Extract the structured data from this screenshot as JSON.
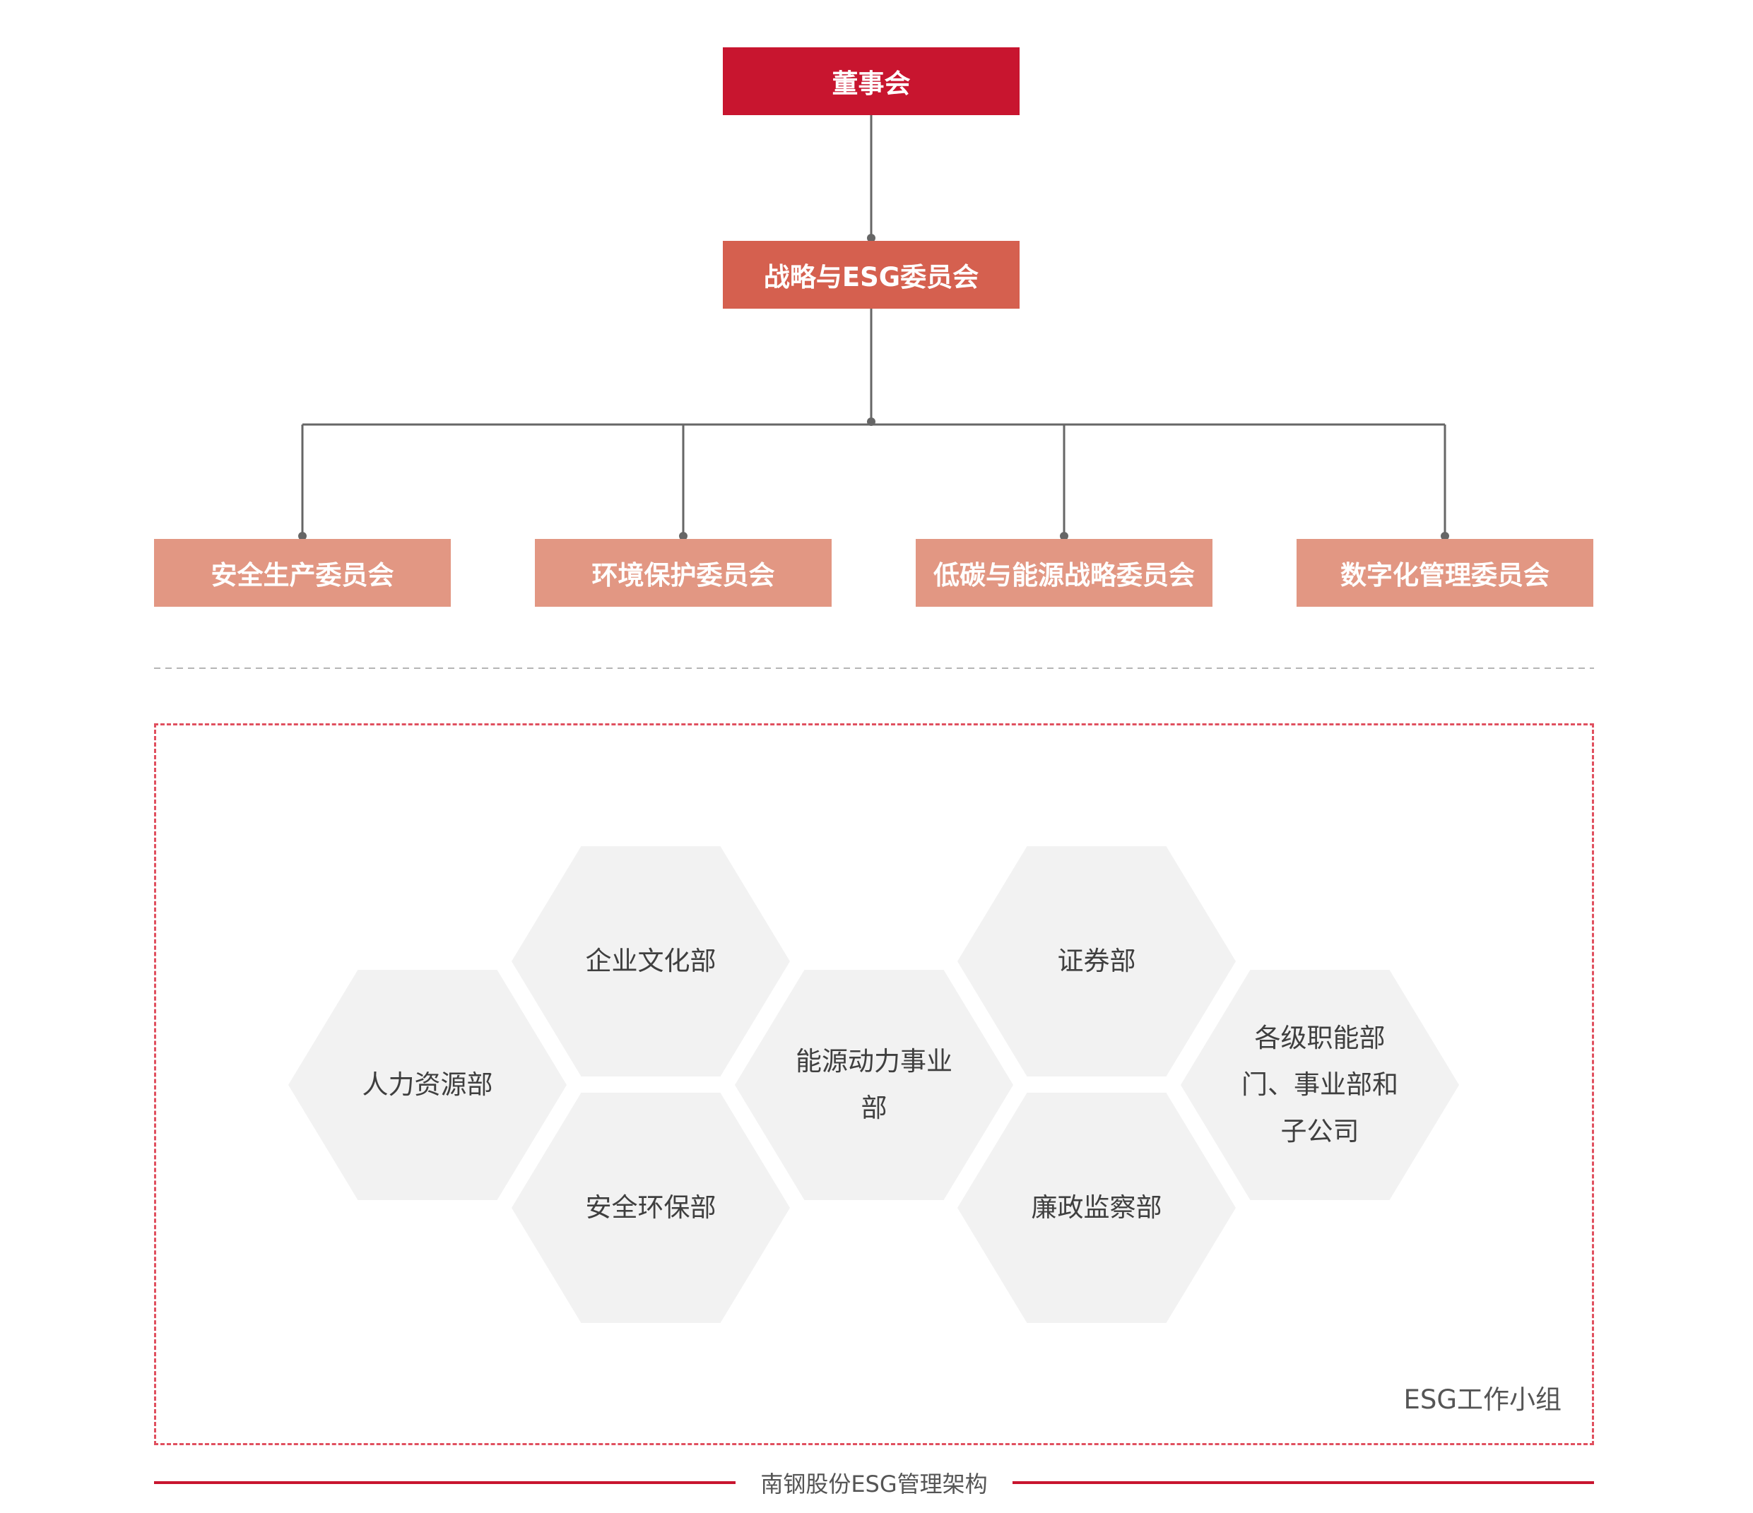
{
  "board": {
    "label": "董事会"
  },
  "strategy_committee": {
    "label": "战略与ESG委员会"
  },
  "sub_committees": [
    {
      "label": "安全生产委员会"
    },
    {
      "label": "环境保护委员会"
    },
    {
      "label": "低碳与能源战略委员会"
    },
    {
      "label": "数字化管理委员会"
    }
  ],
  "working_group": {
    "label": "ESG工作小组",
    "departments": [
      {
        "label": "人力资源部"
      },
      {
        "label": "企业文化部"
      },
      {
        "label": "安全环保部"
      },
      {
        "label": "能源动力事业部"
      },
      {
        "label": "证券部"
      },
      {
        "label": "廉政监察部"
      },
      {
        "label": "各级职能部门、事业部和子公司"
      }
    ]
  },
  "caption": "南钢股份ESG管理架构",
  "colors": {
    "board": "#c8152f",
    "strategy": "#d5604f",
    "sub_committee": "#e29783",
    "hexagon": "#f2f2f2",
    "connector": "#666666",
    "dashed_border": "#e0505f"
  }
}
